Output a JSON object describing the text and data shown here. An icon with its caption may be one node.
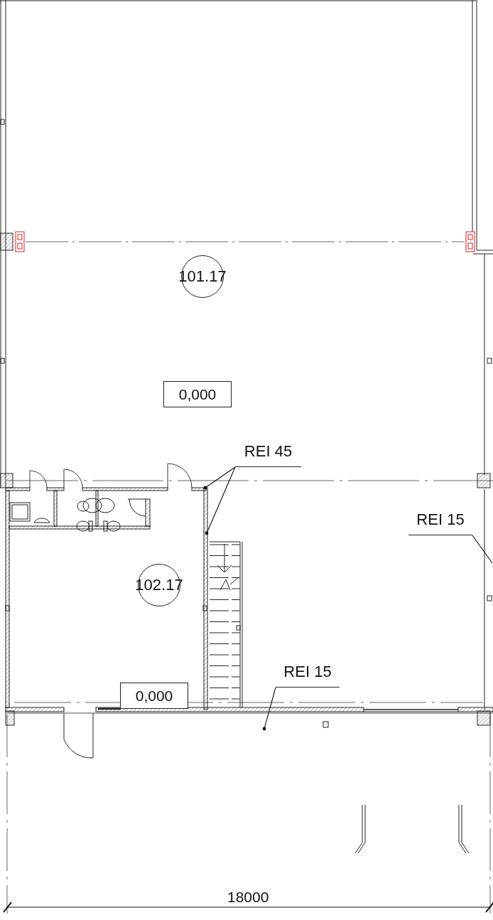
{
  "diagram": {
    "nodes": [
      {
        "text": [
          "101.17"
        ]
      },
      {
        "text": [
          "0,000"
        ]
      },
      {
        "text": [
          "102.17"
        ]
      },
      {
        "text": [
          "0,000"
        ]
      },
      {
        "text": [
          "REI 45"
        ]
      },
      {
        "text": [
          "REI 15"
        ]
      },
      {
        "text": [
          "REI 15"
        ]
      }
    ],
    "edges": [
      {
        "from": 4,
        "to": null,
        "arrow": "other"
      },
      {
        "from": 4,
        "to": null,
        "arrow": "other"
      },
      {
        "from": 5,
        "to": null,
        "arrow": "none"
      },
      {
        "from": 6,
        "to": null,
        "arrow": "other"
      }
    ],
    "labels": [
      "18000"
    ]
  }
}
